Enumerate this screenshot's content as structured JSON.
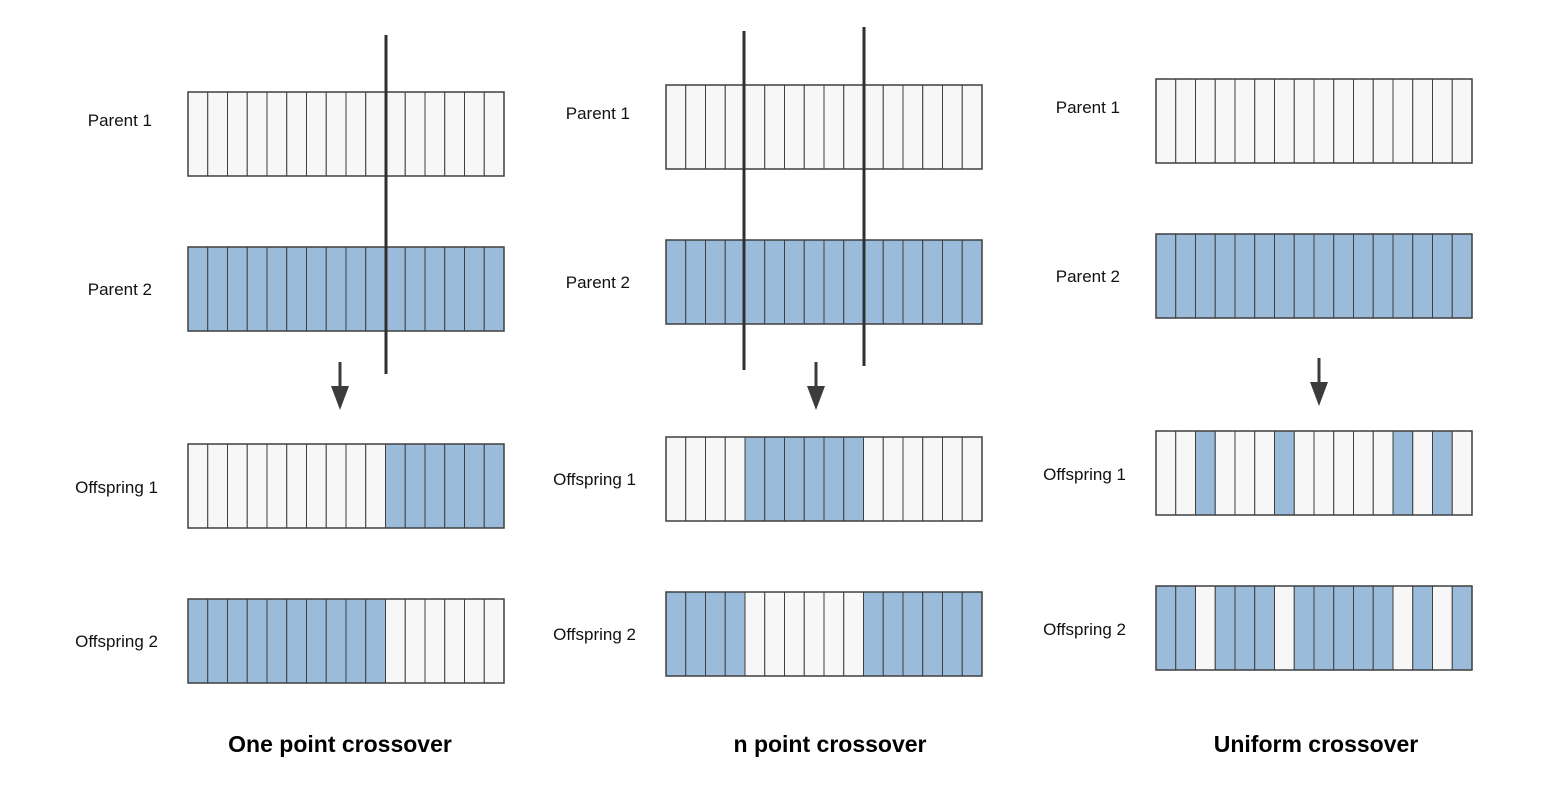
{
  "colors": {
    "white_gene": "#f7f7f7",
    "blue_gene": "#9bbbdb",
    "cell_border": "#3f3f3f",
    "cut_line": "#2f2f2f",
    "arrow": "#3c3c3c"
  },
  "panels": [
    {
      "title": "One point crossover",
      "labels": {
        "parent1": "Parent 1",
        "parent2": "Parent 2",
        "offspring1": "Offspring 1",
        "offspring2": "Offspring 2"
      },
      "genes": {
        "parent1": "WWWWWWWWWWWWWWWW",
        "parent2": "BBBBBBBBBBBBBBBB",
        "offspring1": "WWWWWWWWWWBBBBBB",
        "offspring2": "BBBBBBBBBBWWWWWW"
      },
      "cut_points": [
        10
      ]
    },
    {
      "title": "n point crossover",
      "labels": {
        "parent1": "Parent 1",
        "parent2": "Parent 2",
        "offspring1": "Offspring 1",
        "offspring2": "Offspring 2"
      },
      "genes": {
        "parent1": "WWWWWWWWWWWWWWWW",
        "parent2": "BBBBBBBBBBBBBBBB",
        "offspring1": "WWWWBBBBBBWWWWWW",
        "offspring2": "BBBBWWWWWWBBBBBB"
      },
      "cut_points": [
        4,
        10
      ]
    },
    {
      "title": "Uniform crossover",
      "labels": {
        "parent1": "Parent 1",
        "parent2": "Parent 2",
        "offspring1": "Offspring 1",
        "offspring2": "Offspring 2"
      },
      "genes": {
        "parent1": "WWWWWWWWWWWWWWWW",
        "parent2": "BBBBBBBBBBBBBBBB",
        "offspring1": "WWBWWWBWWWWWBWBW",
        "offspring2": "BBWBBBWBBBBBWBWB"
      },
      "cut_points": []
    }
  ]
}
